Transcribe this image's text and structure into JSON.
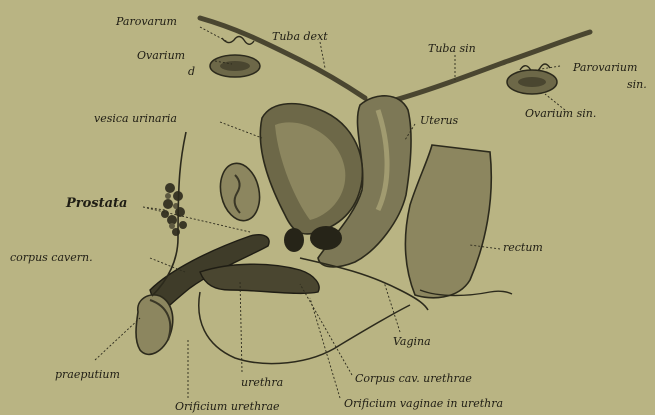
{
  "diagram": {
    "labels": {
      "parovarium_d": "Parovarum",
      "ovarium_d_1": "Ovarium",
      "ovarium_d_2": "d",
      "tuba_dext": "Tuba dext",
      "tuba_sin": "Tuba sin",
      "parovarium_sin_1": "Parovarium",
      "parovarium_sin_2": "sin.",
      "ovarium_sin": "Ovarium sin.",
      "vesica_urinaria": "vesica urinaria",
      "uterus": "Uterus",
      "prostata": "Prostata",
      "corpus_cavern": "corpus cavern.",
      "rectum": "rectum",
      "vagina": "Vagina",
      "praeputium": "praeputium",
      "urethra": "urethra",
      "corpus_cav_urethrae": "Corpus cav. urethrae",
      "orificium_urethrae": "Orificium urethrae",
      "orificium_vaginae": "Orificium vaginae in urethra"
    },
    "colors": {
      "background": "#b9b483",
      "ink": "#1f1d14",
      "organ_dark": "#4a4630",
      "organ_mid": "#7d7856",
      "organ_light": "#a19b70"
    }
  }
}
